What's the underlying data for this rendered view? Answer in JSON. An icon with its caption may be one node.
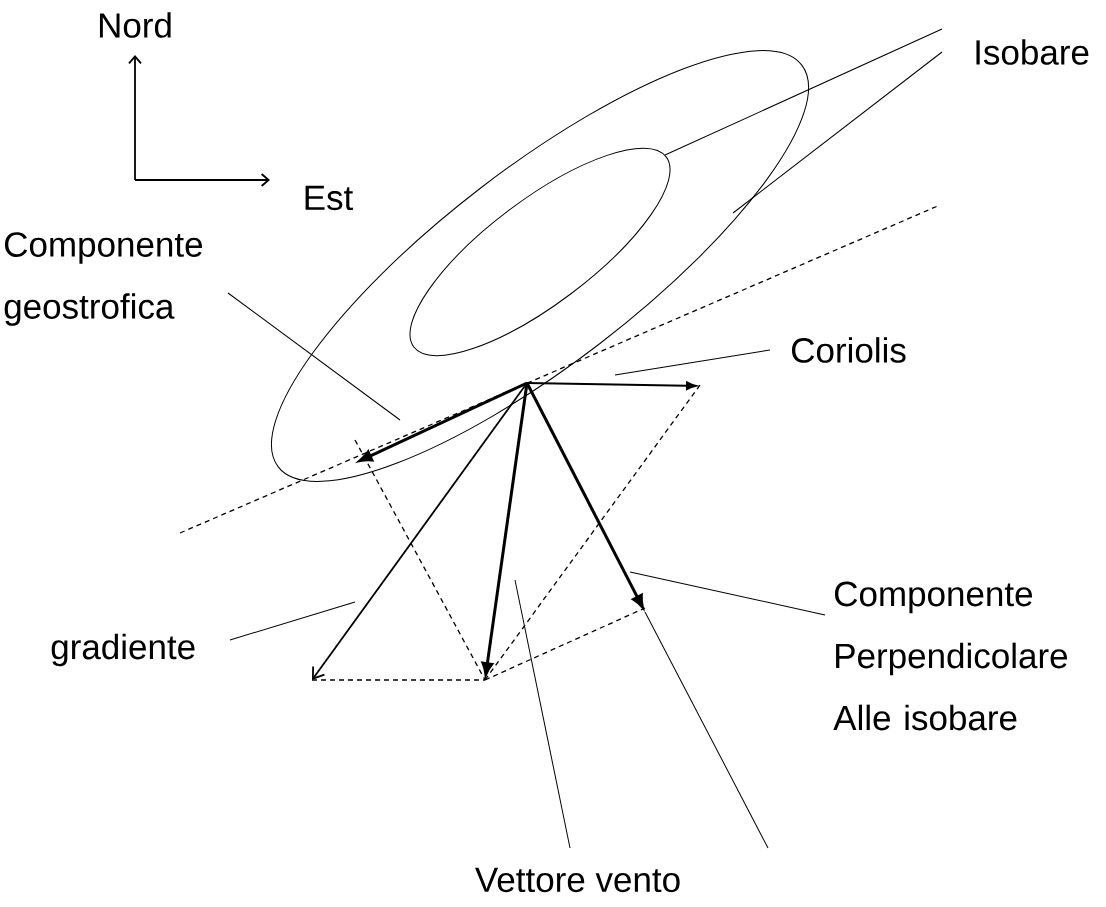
{
  "diagram": {
    "nodes": [
      {
        "text": [
          "Isobare"
        ]
      },
      {
        "text": [
          "Componente geostrofica"
        ]
      },
      {
        "text": [
          "Coriolis"
        ]
      },
      {
        "text": [
          "gradiente"
        ]
      },
      {
        "text": [
          "Componente Perpendicolare Alle isobare"
        ]
      },
      {
        "text": [
          "Vettore vento"
        ]
      }
    ],
    "edges": [
      {
        "from": 0,
        "to": null,
        "arrow": "none"
      },
      {
        "from": 0,
        "to": null,
        "arrow": "none"
      },
      {
        "from": 1,
        "to": null,
        "arrow": "none"
      },
      {
        "from": 2,
        "to": null,
        "arrow": "none"
      },
      {
        "from": 3,
        "to": null,
        "arrow": "none"
      },
      {
        "from": 4,
        "to": null,
        "arrow": "none"
      },
      {
        "from": 5,
        "to": null,
        "arrow": "none"
      }
    ],
    "labels": [
      "Nord",
      "Est"
    ]
  }
}
